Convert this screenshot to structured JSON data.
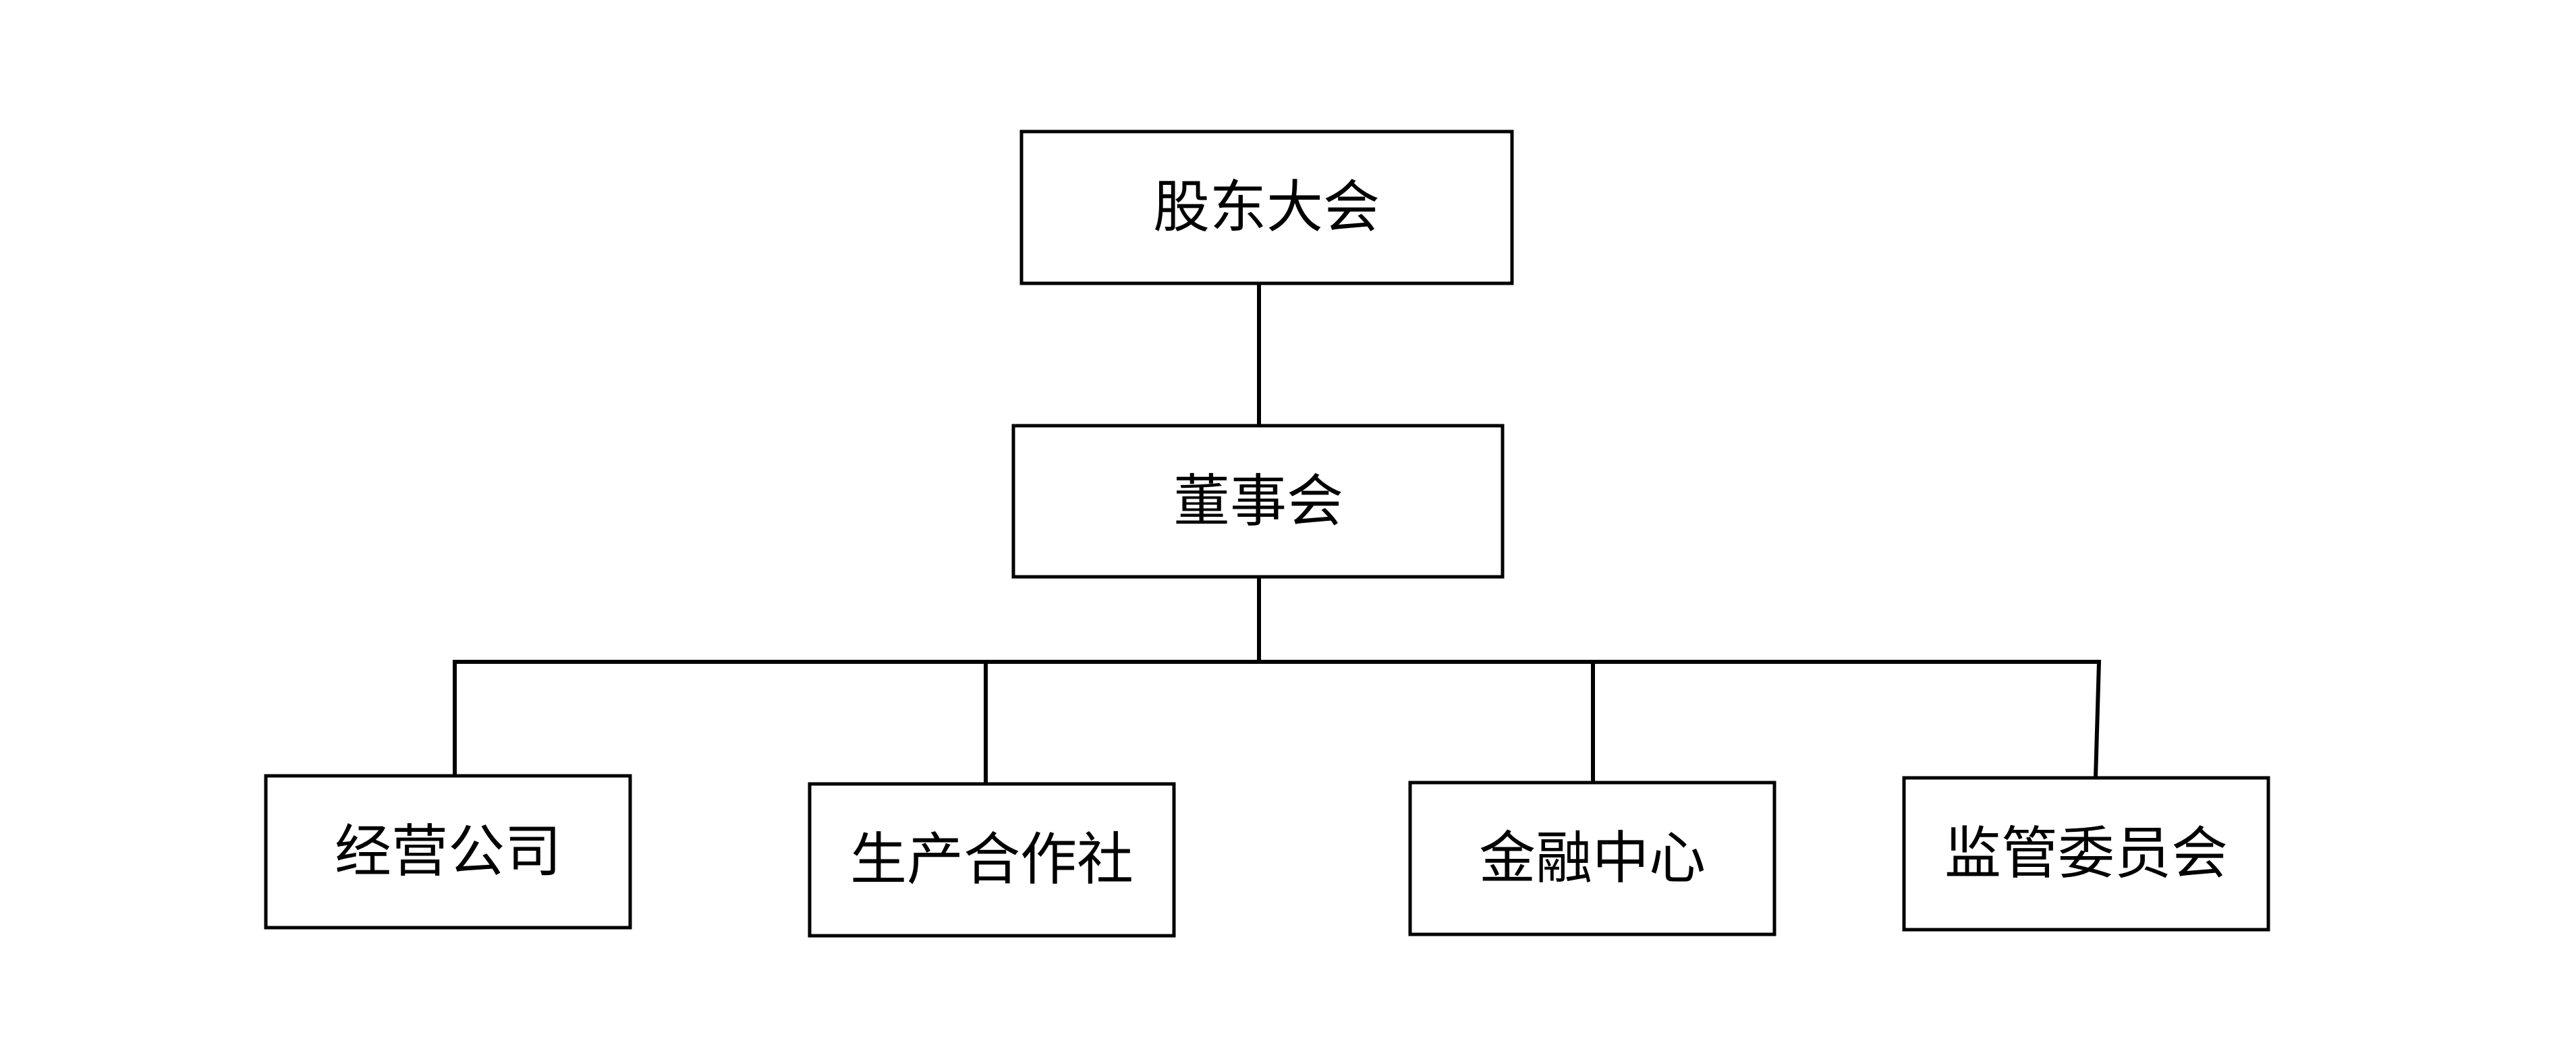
{
  "diagram": {
    "type": "organization-chart",
    "nodes": {
      "shareholders": "股东大会",
      "board": "董事会",
      "operating_company": "经营公司",
      "cooperative": "生产合作社",
      "finance_center": "金融中心",
      "supervisory_committee": "监管委员会"
    },
    "edges": [
      [
        "shareholders",
        "board"
      ],
      [
        "board",
        "operating_company"
      ],
      [
        "board",
        "cooperative"
      ],
      [
        "board",
        "finance_center"
      ],
      [
        "board",
        "supervisory_committee"
      ]
    ],
    "colors": {
      "line": "#000000",
      "box_fill": "#ffffff",
      "text": "#000000"
    }
  }
}
